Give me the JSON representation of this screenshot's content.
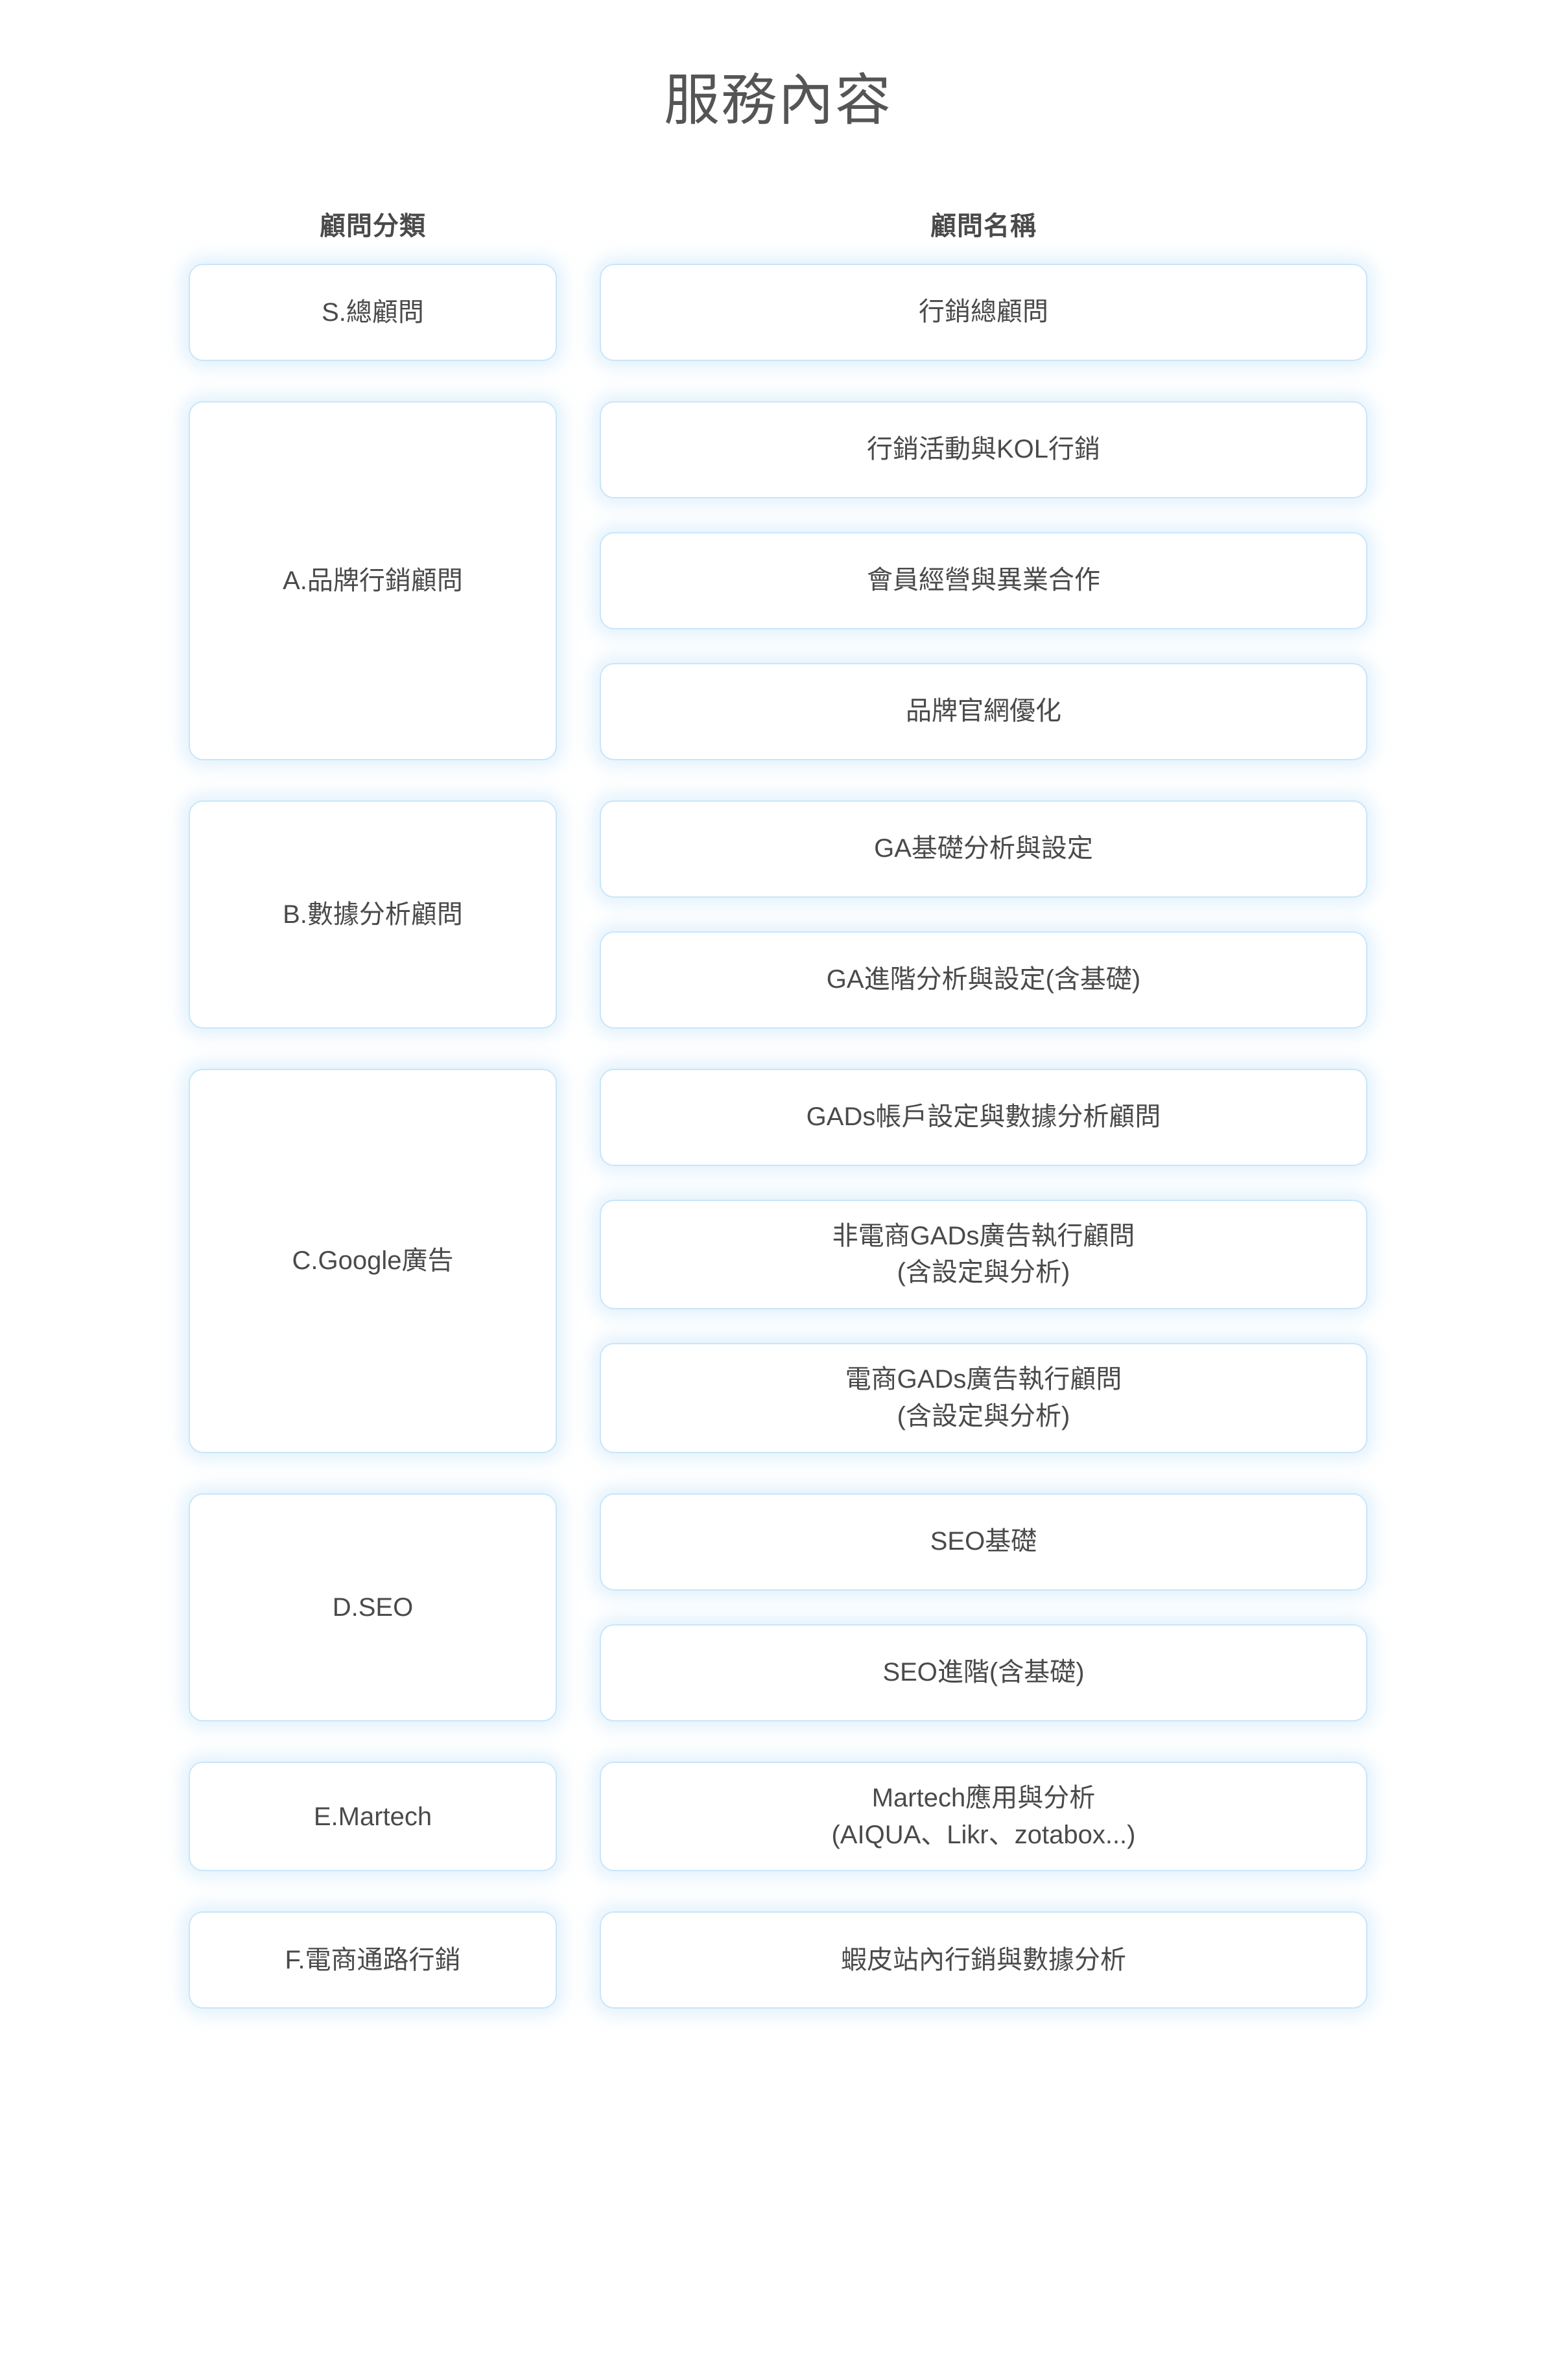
{
  "page": {
    "title": "服務內容"
  },
  "columns": {
    "category_header": "顧問分類",
    "name_header": "顧問名稱"
  },
  "colors": {
    "card_border": "#c9e6f9",
    "card_glow": "#8cc8f5",
    "text": "#4a4a4a",
    "title": "#555555",
    "background": "#ffffff"
  },
  "rows": [
    {
      "category": "S.總顧問",
      "items": [
        "行銷總顧問"
      ]
    },
    {
      "category": "A.品牌行銷顧問",
      "items": [
        "行銷活動與KOL行銷",
        "會員經營與異業合作",
        "品牌官網優化"
      ]
    },
    {
      "category": "B.數據分析顧問",
      "items": [
        "GA基礎分析與設定",
        "GA進階分析與設定(含基礎)"
      ]
    },
    {
      "category": "C.Google廣告",
      "items": [
        "GADs帳戶設定與數據分析顧問",
        "非電商GADs廣告執行顧問\n(含設定與分析)",
        "電商GADs廣告執行顧問\n(含設定與分析)"
      ]
    },
    {
      "category": "D.SEO",
      "items": [
        "SEO基礎",
        "SEO進階(含基礎)"
      ]
    },
    {
      "category": "E.Martech",
      "items": [
        "Martech應用與分析\n(AIQUA、Likr、zotabox...)"
      ]
    },
    {
      "category": "F.電商通路行銷",
      "items": [
        "蝦皮站內行銷與數據分析"
      ]
    }
  ]
}
